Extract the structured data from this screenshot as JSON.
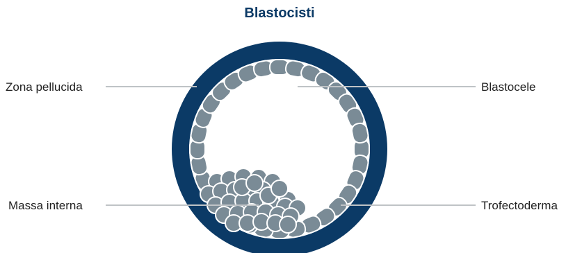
{
  "title": "Blastocisti",
  "labels": {
    "zona_pellucida": "Zona pellucida",
    "blastocele": "Blastocele",
    "massa_interna": "Massa interna",
    "trofectoderma": "Trofectoderma"
  },
  "colors": {
    "title": "#0b3a66",
    "zona": "#0b3a66",
    "cell_fill": "#7a8b96",
    "cell_stroke": "#ffffff",
    "cavity": "#ffffff",
    "leader": "#bfc3c6",
    "label_text": "#222222"
  }
}
